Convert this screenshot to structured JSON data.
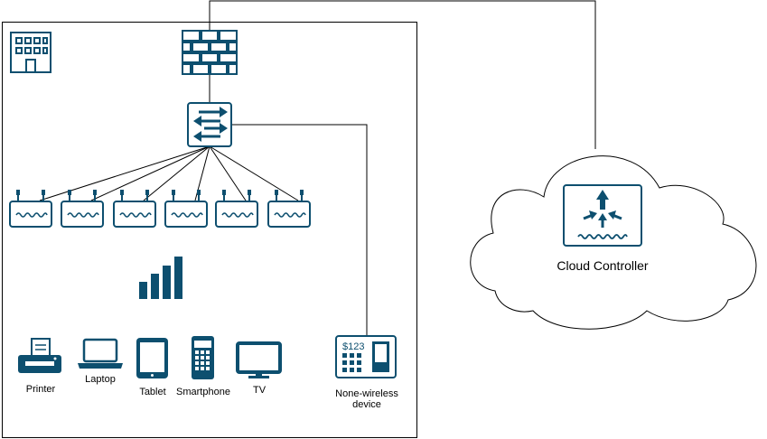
{
  "diagram": {
    "labels": {
      "printer": "Printer",
      "laptop": "Laptop",
      "tablet": "Tablet",
      "smartphone": "Smartphone",
      "tv": "TV",
      "none_wireless_line1": "None-wireless",
      "none_wireless_line2": "device",
      "cloud_controller": "Cloud Controller",
      "price_tag": "$123"
    },
    "access_point_count": 6,
    "colors": {
      "icon": "#0d4f6f",
      "line": "#000000",
      "background": "#ffffff"
    },
    "icons": [
      "building-icon",
      "firewall-icon",
      "switch-icon",
      "access-point-icon",
      "signal-bars-icon",
      "printer-icon",
      "laptop-icon",
      "tablet-icon",
      "smartphone-icon",
      "tv-icon",
      "pos-terminal-icon",
      "cloud-icon",
      "cloud-controller-icon"
    ]
  }
}
